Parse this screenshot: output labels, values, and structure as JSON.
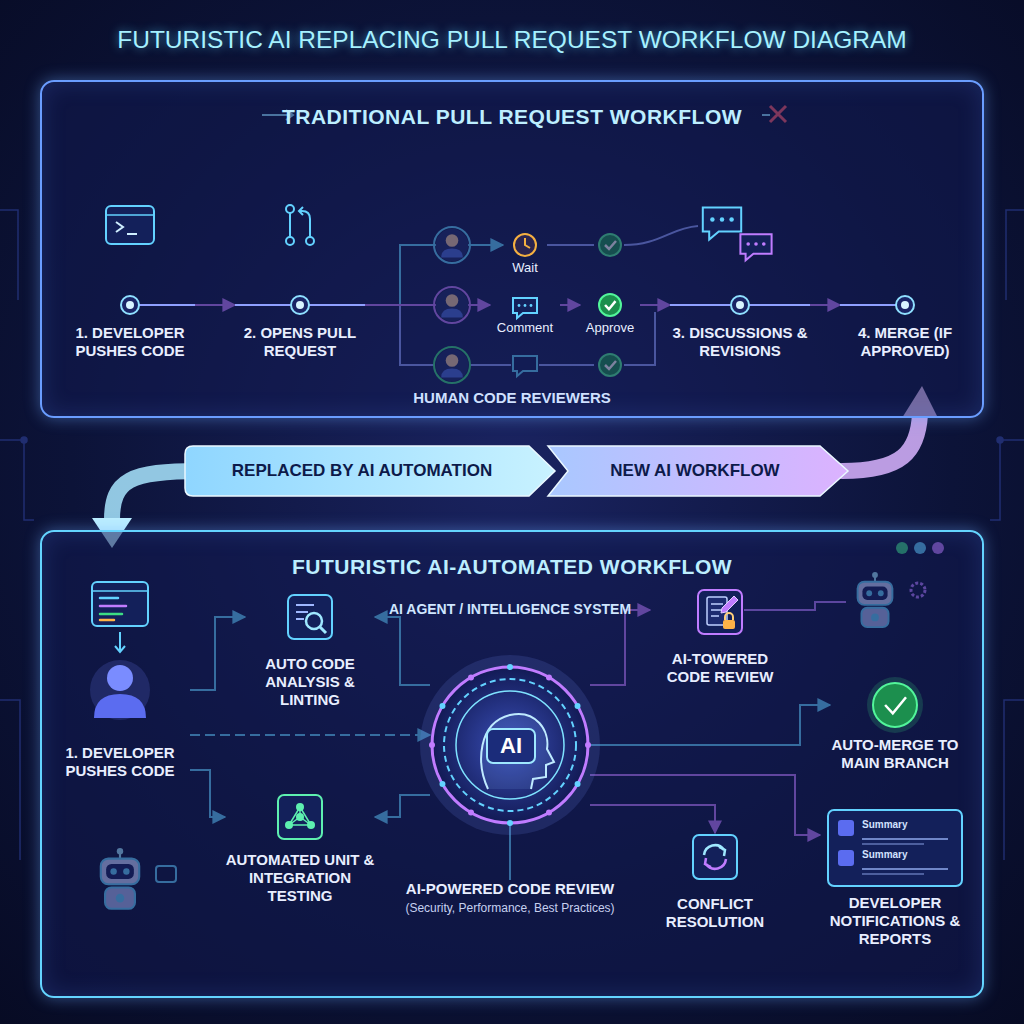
{
  "diagram": {
    "title": "FUTURISTIC AI REPLACING PULL REQUEST WORKFLOW DIAGRAM",
    "nodes": [
      {
        "text": [
          "TRADITIONAL PULL REQUEST WORKFLOW"
        ]
      },
      {
        "text": [
          "1. DEVELOPER PUSHES CODE"
        ],
        "in": 0
      },
      {
        "text": [
          "2. OPENS PULL REQUEST"
        ],
        "in": 0
      },
      {
        "text": [
          "Wait"
        ],
        "in": 0
      },
      {
        "text": [
          "Comment"
        ],
        "in": 0
      },
      {
        "text": [
          "Approve"
        ],
        "in": 0
      },
      {
        "text": [
          "3. DISCUSSIONS & REVISIONS"
        ],
        "in": 0
      },
      {
        "text": [
          "4. MERGE (IF APPROVED)"
        ],
        "in": 0
      },
      {
        "text": [
          "REPLACED BY AI AUTOMATION"
        ]
      },
      {
        "text": [
          "NEW AI WORKFLOW"
        ]
      },
      {
        "text": [
          "FUTURISTIC AI-AUTOMATED WORKFLOW"
        ]
      },
      {
        "text": [
          "1. DEVELOPER PUSHES CODE"
        ],
        "in": 10
      },
      {
        "text": [
          "AUTO CODE ANALYSIS & LINTING"
        ],
        "in": 10
      },
      {
        "text": [
          "AI AGENT / INTELLIGENCE SYSTEM",
          "AI"
        ],
        "in": 10
      },
      {
        "text": [
          "AI-TOWERED CODE REVIEW"
        ],
        "in": 10
      },
      {
        "text": [
          "AUTO-MERGE TO MAIN BRANCH"
        ],
        "in": 10
      },
      {
        "text": [
          "AUTOMATED UNIT & INTEGRATION TESTING"
        ],
        "in": 10
      },
      {
        "text": [
          "AI-POWERED CODE REVIEW",
          "(Security, Performance, Best Practices)"
        ],
        "in": 10
      },
      {
        "text": [
          "CONFLICT RESOLUTION"
        ],
        "in": 10
      },
      {
        "text": [
          "DEVELOPER NOTIFICATIONS & REPORTS"
        ],
        "in": 10
      }
    ],
    "edges": [
      {
        "from": 1,
        "to": 2,
        "arrow": "to"
      },
      {
        "from": 2,
        "to": 3,
        "arrow": "to"
      },
      {
        "from": 2,
        "to": 4,
        "arrow": "to"
      },
      {
        "from": 4,
        "to": 5,
        "arrow": "to"
      },
      {
        "from": 5,
        "to": 6,
        "arrow": "to"
      },
      {
        "from": 6,
        "to": 7,
        "arrow": "to"
      },
      {
        "from": 11,
        "to": 12,
        "arrow": "to"
      },
      {
        "from": 11,
        "to": 13,
        "arrow": "to"
      },
      {
        "from": 11,
        "to": 16,
        "arrow": "to"
      },
      {
        "from": 13,
        "to": 12,
        "arrow": "to"
      },
      {
        "from": 13,
        "to": 16,
        "arrow": "to"
      },
      {
        "from": 13,
        "to": 14,
        "arrow": "to"
      },
      {
        "from": 13,
        "to": 15,
        "arrow": "to"
      },
      {
        "from": 13,
        "to": 17,
        "arrow": "none"
      },
      {
        "from": 13,
        "to": 18,
        "arrow": "to"
      },
      {
        "from": 13,
        "to": 19,
        "arrow": "to"
      }
    ],
    "labels": [
      "HUMAN CODE REVIEWERS",
      "Summary",
      "Summary"
    ]
  }
}
